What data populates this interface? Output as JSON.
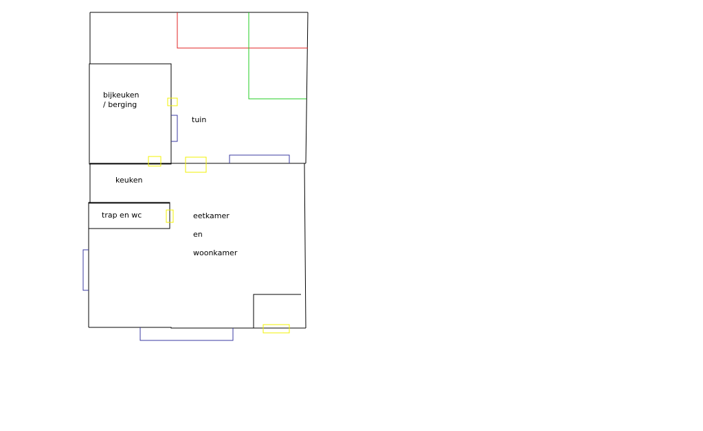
{
  "colors": {
    "wall": "#000000",
    "red_line": "#e02020",
    "green_line": "#22cc22",
    "window": "#3a3aa0",
    "fixture": "#f0f000"
  },
  "labels": {
    "bijkeuken_line1": "bijkeuken",
    "bijkeuken_line2": "/ berging",
    "tuin": "tuin",
    "keuken": "keuken",
    "trap_wc": "trap en wc",
    "eetkamer": "eetkamer",
    "en": "en",
    "woonkamer": "woonkamer"
  }
}
